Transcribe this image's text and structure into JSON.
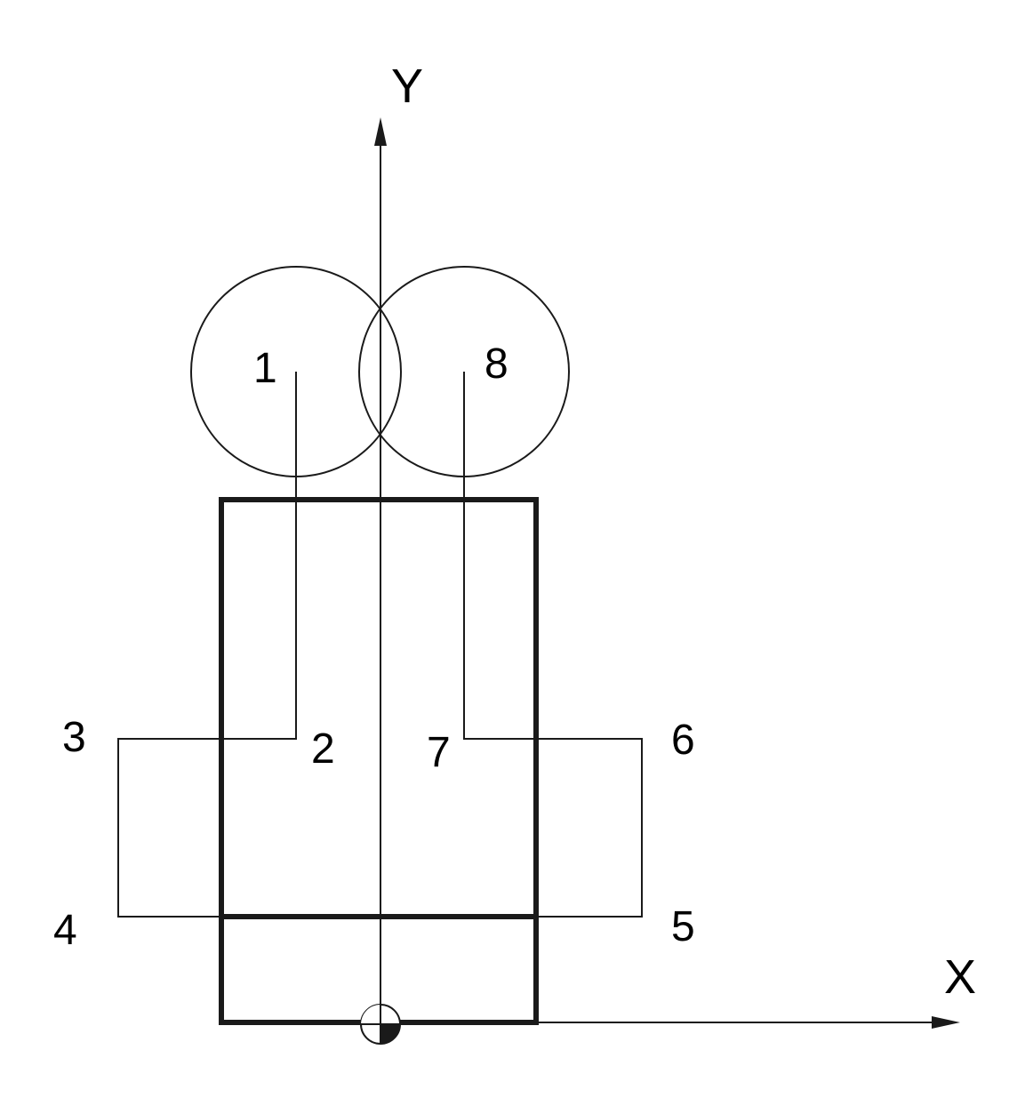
{
  "axes": {
    "x_label": "X",
    "y_label": "Y"
  },
  "points": {
    "p1": "1",
    "p2": "2",
    "p3": "3",
    "p4": "4",
    "p5": "5",
    "p6": "6",
    "p7": "7",
    "p8": "8"
  },
  "colors": {
    "line": "#1a1a1a",
    "background": "#ffffff"
  }
}
